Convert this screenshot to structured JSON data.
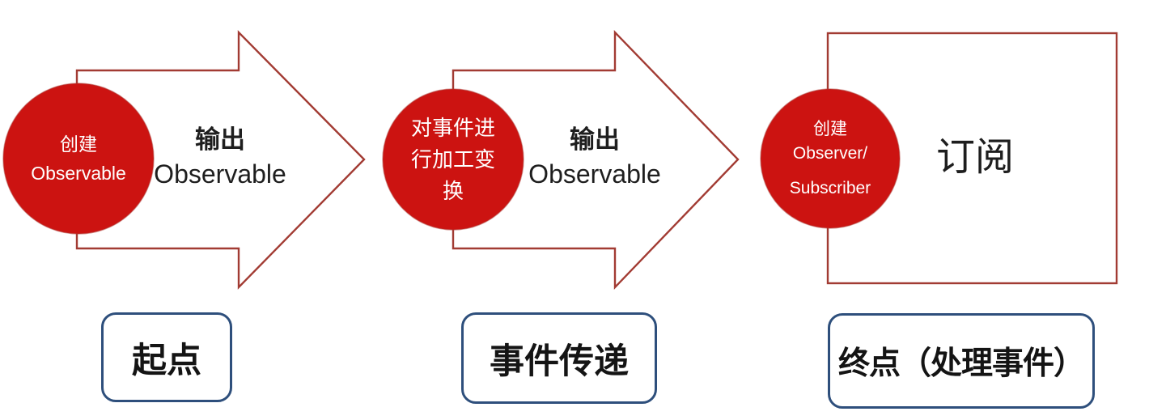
{
  "diagram": {
    "colors": {
      "circle_fill": "#CC1311",
      "outline_red": "#A23B33",
      "label_border": "#2E4F7C",
      "circle_text": "#FFFFFF",
      "arrow_text": "#1E1E1E",
      "label_text": "#141414"
    },
    "stages": [
      {
        "name": "create-observable",
        "circle_lines": [
          "创建",
          "Observable"
        ],
        "arrow_lines": [
          "输出",
          "Observable"
        ],
        "label": "起点"
      },
      {
        "name": "transform-events",
        "circle_lines": [
          "对事件进",
          "行加工变",
          "换"
        ],
        "arrow_lines": [
          "输出",
          "Observable"
        ],
        "label": "事件传递"
      },
      {
        "name": "subscribe",
        "circle_lines": [
          "创建",
          "Observer/",
          "Subscriber"
        ],
        "box_text": "订阅",
        "label": "终点（处理事件）"
      }
    ]
  }
}
